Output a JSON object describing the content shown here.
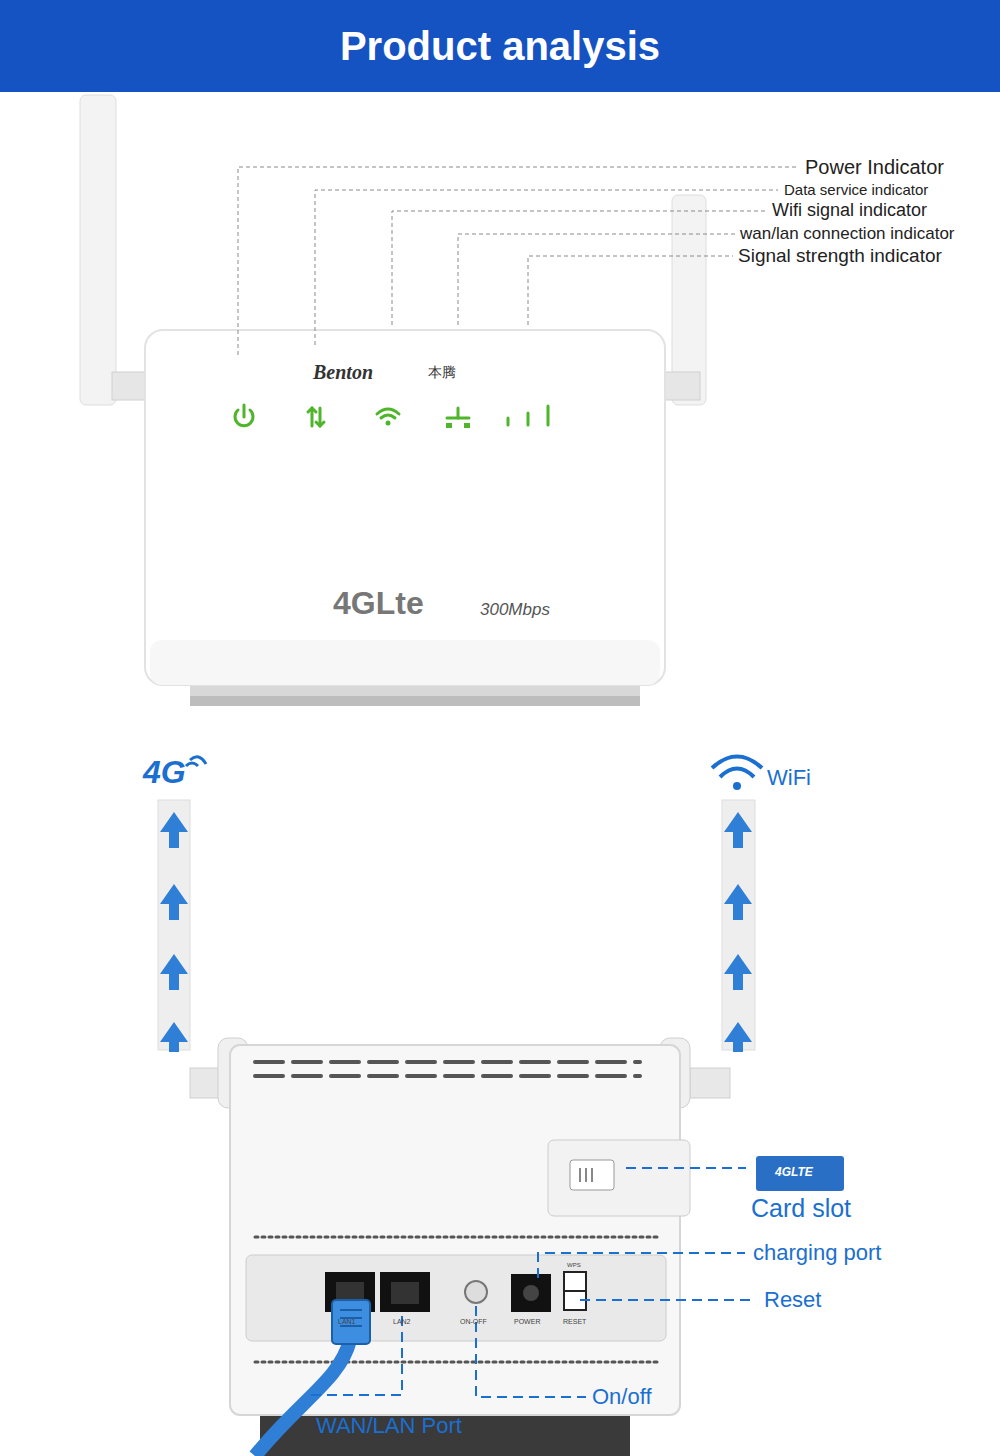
{
  "diagram": {
    "title": "Product analysis",
    "labels": [
      "Power Indicator",
      "Data service indicator",
      "Wifi signal indicator",
      "wan/lan connection indicator",
      "Signal strength indicator",
      "Benton",
      "本腾",
      "4GLte",
      "300Mbps",
      "4G",
      "WiFi",
      "Card slot",
      "charging port",
      "Reset",
      "On/off",
      "WAN/LAN Port",
      "LAN1",
      "LAN2",
      "ON-OFF",
      "POWER",
      "RESET",
      "WPS",
      "4GLTE"
    ]
  }
}
